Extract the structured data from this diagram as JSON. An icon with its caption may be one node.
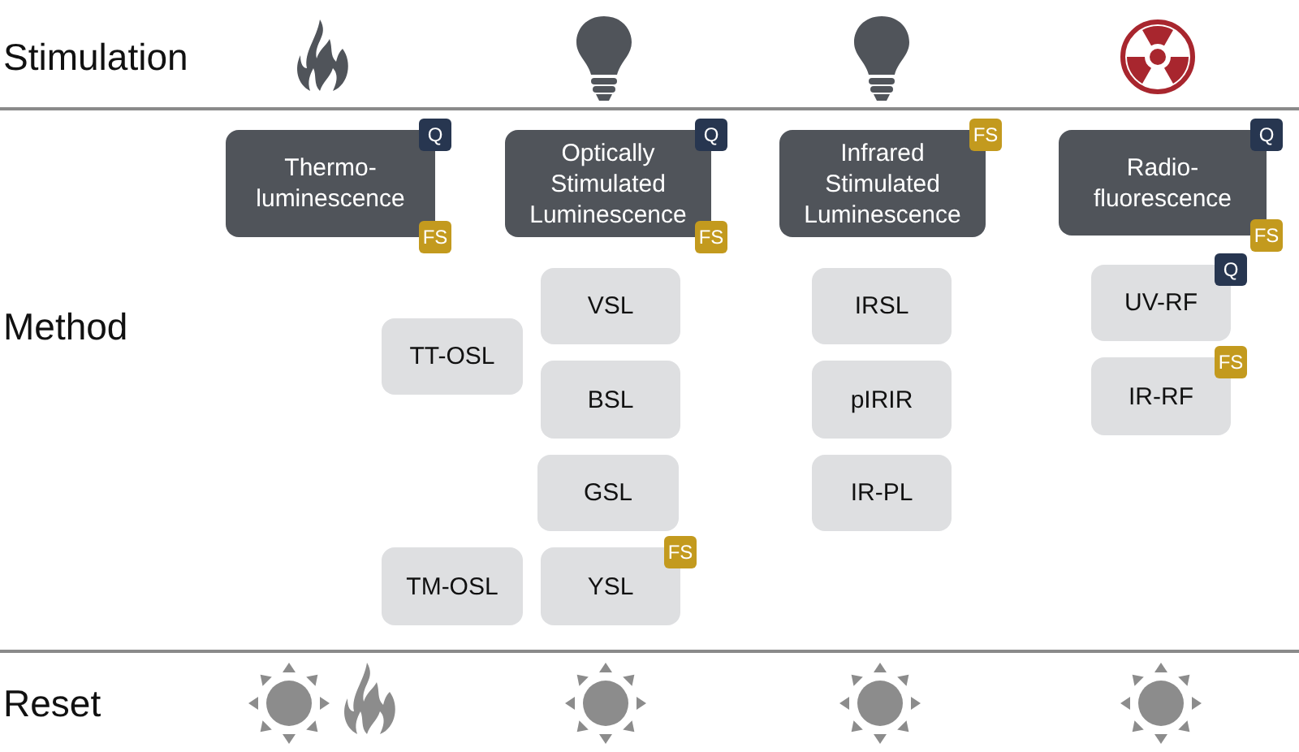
{
  "diagram": {
    "nodes": [
      {
        "text": [
          "Thermo- luminescence"
        ],
        "beside": [
          "Q",
          "FS"
        ]
      },
      {
        "text": [
          "Optically Stimulated Luminescence"
        ],
        "beside": [
          "Q",
          "FS"
        ]
      },
      {
        "text": [
          "Infrared Stimulated Luminescence"
        ],
        "beside": [
          "FS"
        ]
      },
      {
        "text": [
          "Radio- fluorescence"
        ],
        "beside": [
          "Q",
          "FS"
        ]
      },
      {
        "text": [
          "VSL"
        ]
      },
      {
        "text": [
          "IRSL"
        ]
      },
      {
        "text": [
          "UV-RF"
        ],
        "beside": [
          "Q"
        ]
      },
      {
        "text": [
          "TT-OSL"
        ]
      },
      {
        "text": [
          "BSL"
        ]
      },
      {
        "text": [
          "pIRIR"
        ]
      },
      {
        "text": [
          "IR-RF"
        ],
        "beside": [
          "FS"
        ]
      },
      {
        "text": [
          "GSL"
        ]
      },
      {
        "text": [
          "IR-PL"
        ]
      },
      {
        "text": [
          "TM-OSL"
        ]
      },
      {
        "text": [
          "YSL"
        ],
        "beside": [
          "FS"
        ]
      }
    ],
    "labels": [
      "Stimulation",
      "Method",
      "Reset"
    ]
  }
}
